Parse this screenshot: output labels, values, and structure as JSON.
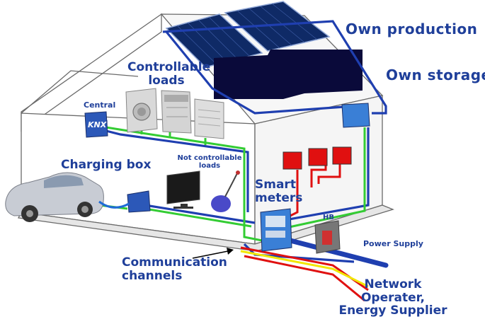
{
  "labels": {
    "own_production": "Own production",
    "own_storage": "Own storage",
    "controllable_loads_line1": "Controllable",
    "controllable_loads_line2": "loads",
    "central": "Central",
    "knx": "KNX",
    "not_controllable_line1": "Not controllable",
    "not_controllable_line2": "loads",
    "charging_box": "Charging box",
    "smart_meters_line1": "Smart",
    "smart_meters_line2": "meters",
    "hb": "HB",
    "power_supply": "Power Supply",
    "communication_line1": "Communication",
    "communication_line2": "channels",
    "network_line1": "Network",
    "network_line2": "Operater,",
    "network_line3": "Energy Supplier"
  },
  "colors": {
    "bus_blue": "#1f3fb0",
    "bus_green": "#33cc33",
    "line_red": "#e01010",
    "line_yellow": "#f2e600",
    "label_blue": "#1f3f9a",
    "panel_navy": "#0a1a4a",
    "storage_navy": "#0a0a3a",
    "meter_blue": "#3a7fd6",
    "house_outline": "#555555"
  },
  "icons": [
    "solar-panel-icon",
    "battery-storage-icon",
    "washing-machine-icon",
    "dishwasher-icon",
    "heater-icon",
    "tv-icon",
    "vacuum-cleaner-icon",
    "electric-car-icon",
    "charging-box-icon",
    "knx-controller-icon",
    "smart-meter-icon",
    "breaker-icon",
    "hb-box-icon"
  ]
}
